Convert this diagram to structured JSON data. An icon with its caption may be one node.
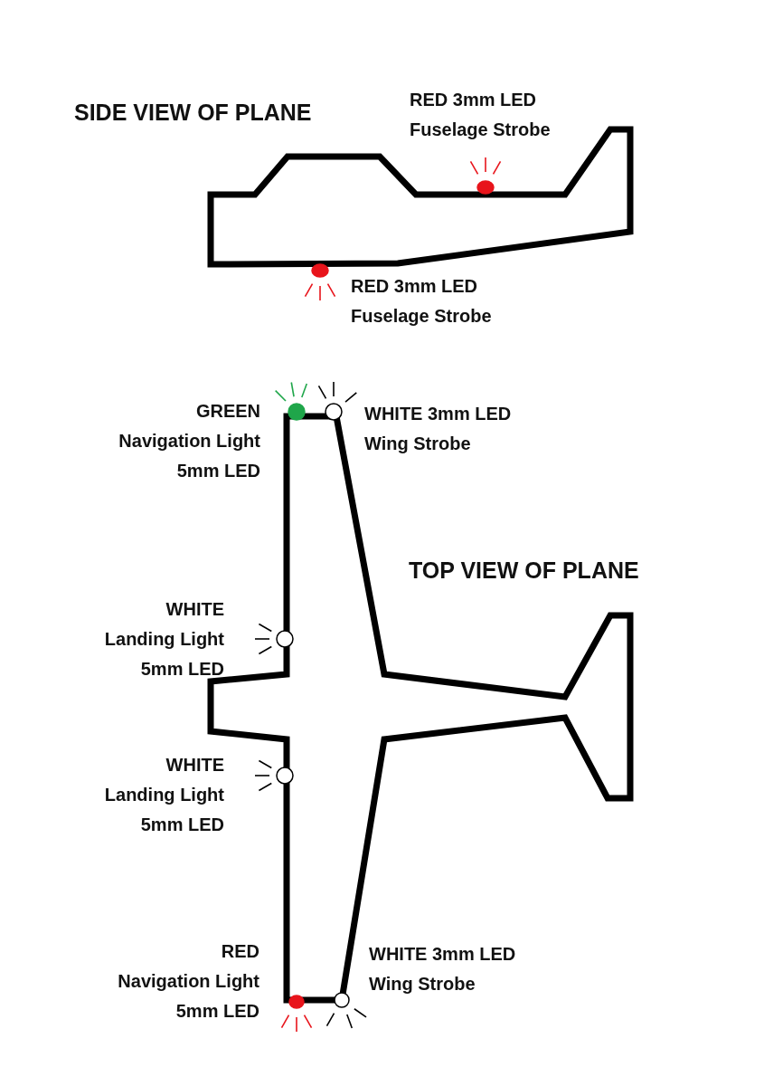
{
  "diagram": {
    "labels": [
      "SIDE VIEW OF PLANE",
      "RED 3mm LED Fuselage Strobe",
      "RED 3mm LED Fuselage Strobe",
      "GREEN Navigation Light 5mm LED",
      "WHITE 3mm LED Wing Strobe",
      "TOP VIEW OF PLANE",
      "WHITE Landing Light 5mm LED",
      "WHITE Landing Light 5mm LED",
      "RED Navigation Light 5mm LED",
      "WHITE 3mm LED Wing Strobe"
    ]
  }
}
